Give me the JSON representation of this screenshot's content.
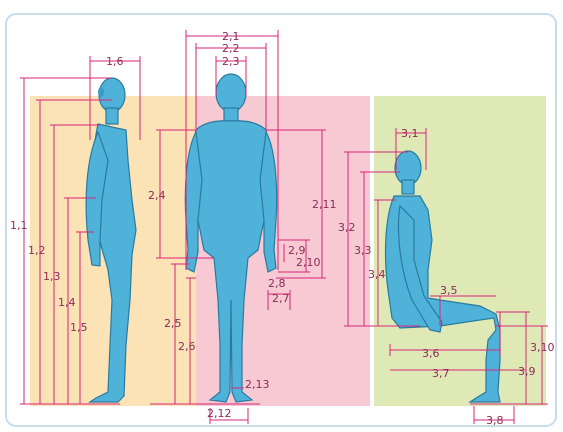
{
  "colors": {
    "frame": "#c9dcea",
    "panel_left": "#fbe3b6",
    "panel_middle": "#f7c9d2",
    "panel_right": "#dfe9b6",
    "dimension_line": "#d7267a",
    "label_text": "#8a2c59",
    "figure_fill": "#4fb2d8",
    "figure_stroke": "#2a7aa0"
  },
  "panels": [
    {
      "id": "side-standing",
      "name": "side-view-panel"
    },
    {
      "id": "front-standing",
      "name": "front-view-panel"
    },
    {
      "id": "sitting",
      "name": "sitting-view-panel"
    }
  ],
  "labels": {
    "l_1_1": "1,1",
    "l_1_2": "1,2",
    "l_1_3": "1,3",
    "l_1_4": "1,4",
    "l_1_5": "1,5",
    "l_1_6": "1,6",
    "l_2_1": "2,1",
    "l_2_2": "2,2",
    "l_2_3": "2,3",
    "l_2_4": "2,4",
    "l_2_5": "2,5",
    "l_2_6": "2,6",
    "l_2_7": "2,7",
    "l_2_8": "2,8",
    "l_2_9": "2,9",
    "l_2_10": "2,10",
    "l_2_11": "2,11",
    "l_2_12": "2,12",
    "l_2_13": "2,13",
    "l_3_1": "3,1",
    "l_3_2": "3,2",
    "l_3_3": "3,3",
    "l_3_4": "3,4",
    "l_3_5": "3,5",
    "l_3_6": "3,6",
    "l_3_7": "3,7",
    "l_3_8": "3,8",
    "l_3_9": "3,9",
    "l_3_10": "3,10"
  }
}
